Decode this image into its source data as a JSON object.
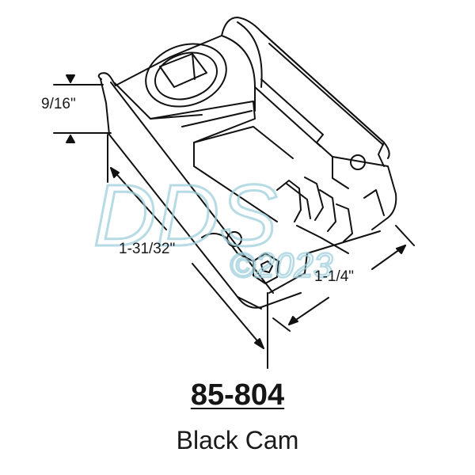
{
  "diagram": {
    "type": "product technical drawing",
    "subject": "window cam hardware part (isometric line drawing)",
    "dimensions": {
      "height": "9/16\"",
      "length": "1-31/32\"",
      "width": "1-1/4\""
    },
    "watermark": {
      "text_main": "DDS",
      "text_sub": "©2023",
      "color": "#9fcfdc"
    },
    "caption": {
      "part_number": "85-804",
      "part_name": "Black Cam"
    },
    "colors": {
      "line": "#111111",
      "background": "#ffffff"
    }
  }
}
